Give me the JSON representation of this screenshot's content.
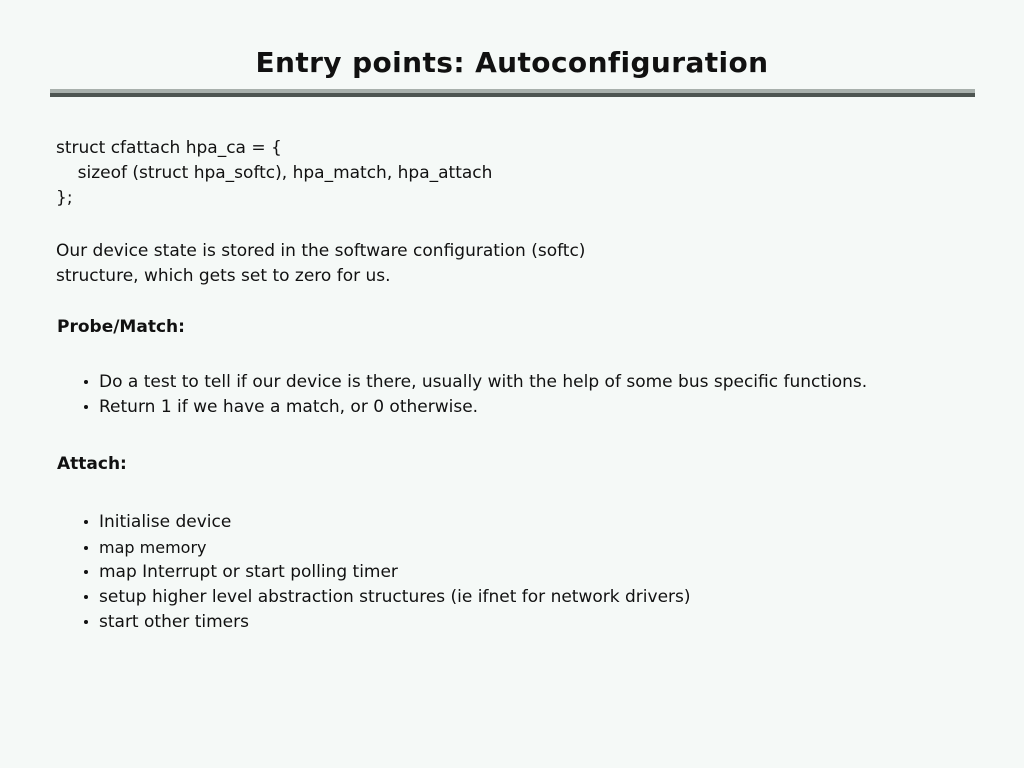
{
  "slide": {
    "title": "Entry points: Autoconfiguration",
    "colors": {
      "background": "#f5f9f7",
      "text": "#111111",
      "rule_light": "#a8b0ac",
      "rule_dark": "#4d5551"
    },
    "code": "struct cfattach hpa_ca = {\n    sizeof (struct hpa_softc), hpa_match, hpa_attach\n};",
    "paragraph": {
      "line1": "Our device state is stored in the software configuration (softc)",
      "line2": "structure, which gets set to zero for us."
    },
    "sections": [
      {
        "heading": "Probe/Match:",
        "bullets": [
          "Do a test to tell if our device is there, usually with the help of some bus specific functions.",
          "Return 1 if we have a match, or 0 otherwise."
        ]
      },
      {
        "heading": "Attach:",
        "bullets": [
          "Initialise device",
          "map memory",
          "map Interrupt or start polling timer",
          "setup higher level abstraction structures (ie ifnet for network drivers)",
          "start other timers"
        ]
      }
    ]
  }
}
